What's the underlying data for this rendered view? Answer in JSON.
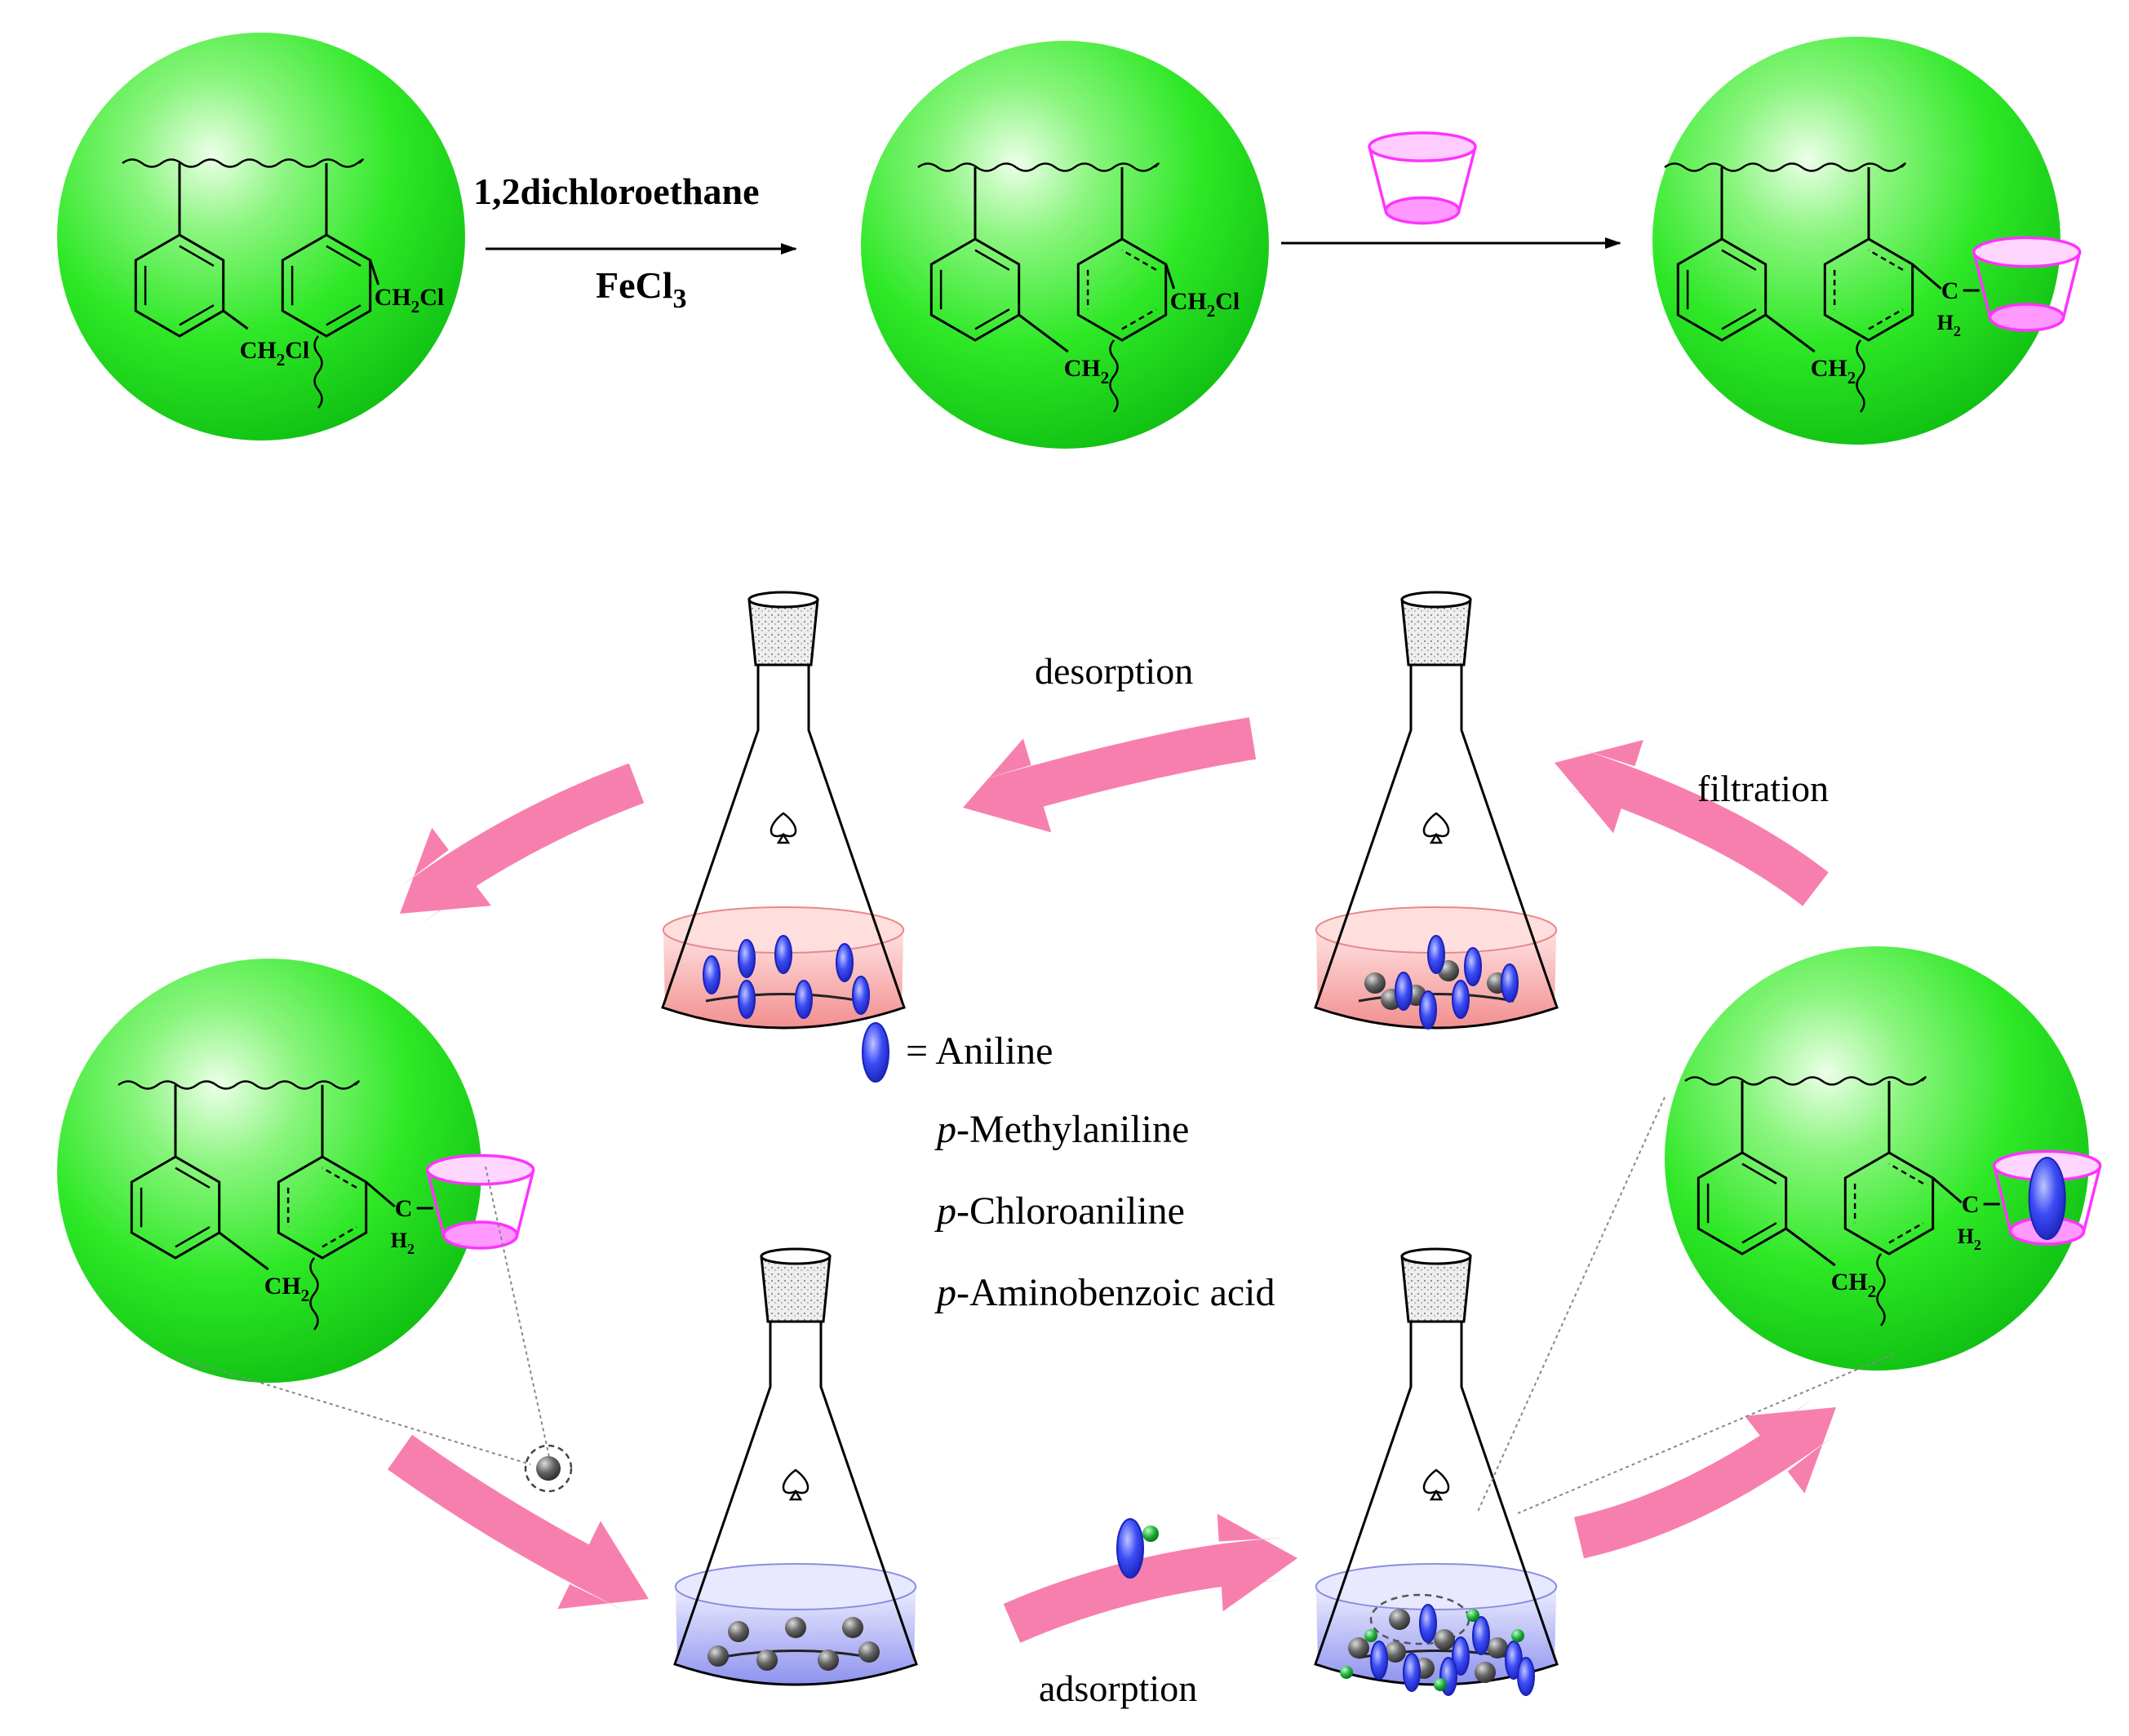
{
  "reaction": {
    "solvent": "1,2dichloroethane",
    "catalyst_main": "FeCl",
    "catalyst_sub": "3"
  },
  "groups": {
    "ch2cl_main": "CH",
    "ch2cl_sub": "2",
    "ch2cl_tail": "Cl",
    "ch2_main": "CH",
    "ch2_sub": "2",
    "c_link": "C",
    "h2_main": "H",
    "h2_sub": "2"
  },
  "steps": {
    "desorption": "desorption",
    "filtration": "filtration",
    "adsorption": "adsorption"
  },
  "legend": {
    "equals": "= Aniline",
    "items": [
      {
        "prefix": "p",
        "name": "-Methylaniline"
      },
      {
        "prefix": "p",
        "name": "-Chloroaniline"
      },
      {
        "prefix": "p",
        "name": "-Aminobenzoic acid"
      }
    ]
  },
  "colors": {
    "bead": "#22e81a",
    "bead_highlight": "#d9ffd2",
    "cyclodextrin": "#ff33ff",
    "cycle_arrow": "#f77fae",
    "aniline": "#2a3cf0",
    "resin_particle": "#555555",
    "amine_dot": "#17a82f",
    "liquid_pink": "#f5a3a3",
    "liquid_blue": "#9ea3f2"
  }
}
